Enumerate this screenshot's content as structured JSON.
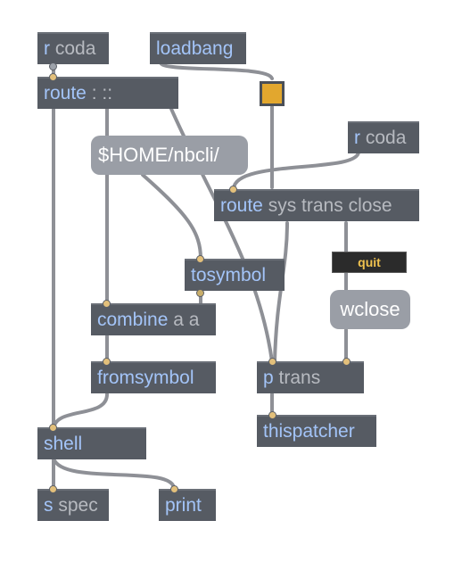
{
  "objects": {
    "r_coda_top": {
      "cls": "r",
      "arg": "coda"
    },
    "loadbang": {
      "cls": "loadbang",
      "arg": ""
    },
    "route_top": {
      "cls": "route",
      "arg": ": ::"
    },
    "r_coda_right": {
      "cls": "r",
      "arg": "coda"
    },
    "route_sys": {
      "cls": "route",
      "arg": "sys trans close"
    },
    "tosymbol": {
      "cls": "tosymbol",
      "arg": ""
    },
    "combine": {
      "cls": "combine",
      "arg": "a a"
    },
    "fromsymbol": {
      "cls": "fromsymbol",
      "arg": ""
    },
    "p_trans": {
      "cls": "p",
      "arg": "trans"
    },
    "thispatcher": {
      "cls": "thispatcher",
      "arg": ""
    },
    "shell": {
      "cls": "shell",
      "arg": ""
    },
    "s_spec": {
      "cls": "s",
      "arg": "spec"
    },
    "print": {
      "cls": "print",
      "arg": ""
    }
  },
  "messages": {
    "home_path": "$HOME/nbcli/",
    "wclose": "wclose"
  },
  "comments": {
    "quit": "quit"
  },
  "colors": {
    "object_bg": "#565b63",
    "class_text": "#a3c4f8",
    "arg_text": "#b7bac0",
    "message_bg": "#9a9ea6",
    "bang_fill": "#e2a72e",
    "cord": "#8e9096",
    "comment_text": "#f0c24f"
  }
}
